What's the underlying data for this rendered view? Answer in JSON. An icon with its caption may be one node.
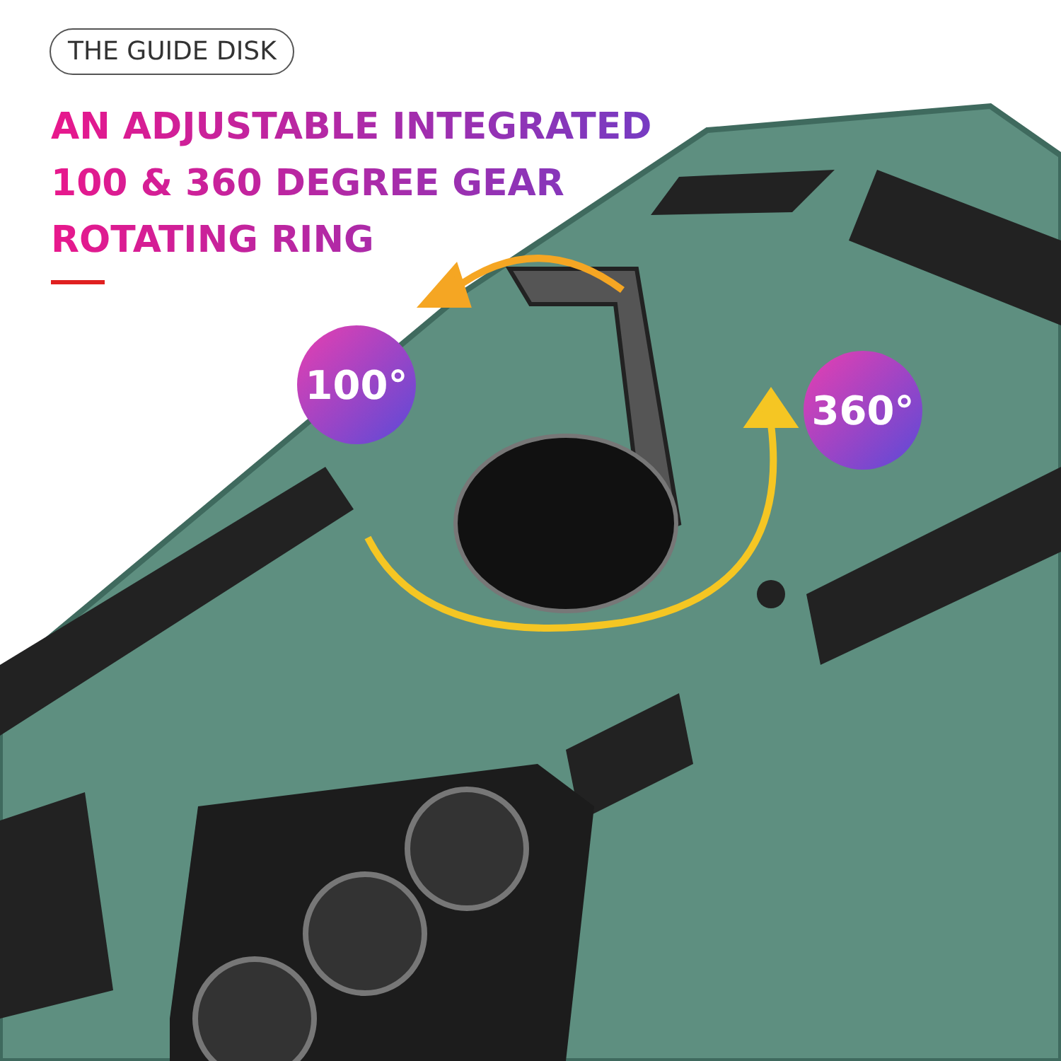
{
  "diagram": {
    "title": "AN ADJUSTABLE INTEGRATED 100 & 360 DEGREE GEAR ROTATING RING",
    "nodes": [
      {
        "text": [
          "THE GUIDE DISK"
        ]
      },
      {
        "text": [
          "100°"
        ]
      },
      {
        "text": [
          "360°"
        ]
      }
    ]
  }
}
